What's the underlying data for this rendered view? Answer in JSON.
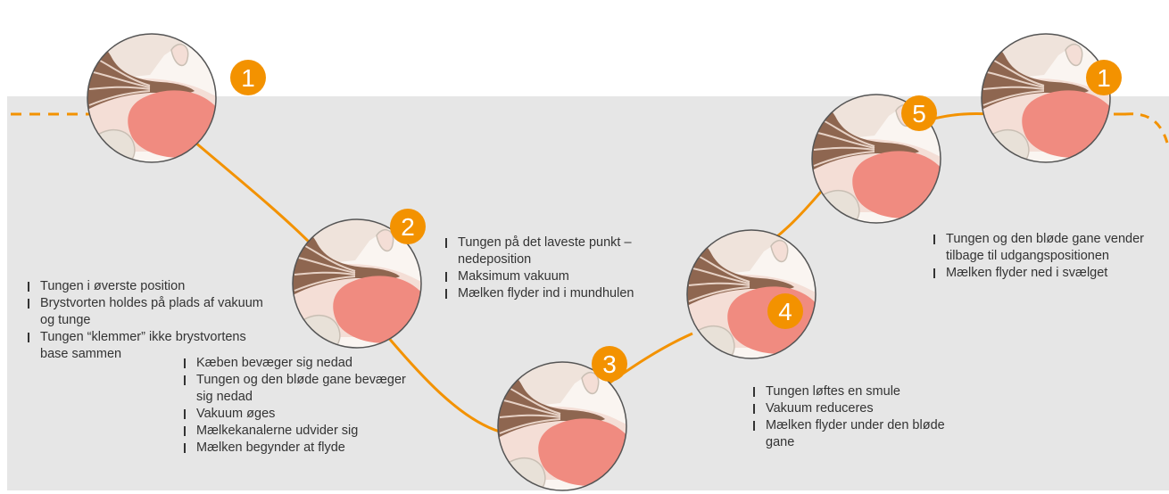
{
  "colors": {
    "band": "#e6e6e6",
    "path": "#f39200",
    "badge": "#f39200",
    "tongue": "#f08b80",
    "tissue": "#f4ded6",
    "duct": "#8e6650",
    "circle_border": "#555555"
  },
  "stages": [
    {
      "id": "s1",
      "number": "1"
    },
    {
      "id": "s2",
      "number": "2"
    },
    {
      "id": "s3",
      "number": "3"
    },
    {
      "id": "s4",
      "number": "4"
    },
    {
      "id": "s5",
      "number": "5"
    },
    {
      "id": "s6",
      "number": "1"
    }
  ],
  "descriptions": [
    {
      "items": [
        "Tungen i øverste position",
        "Brystvorten holdes på plads af vakuum og tunge",
        "Tungen “klemmer” ikke brystvortens base sammen"
      ]
    },
    {
      "items": [
        "Kæben bevæger sig nedad",
        "Tungen og den bløde gane bevæger sig nedad",
        "Vakuum øges",
        "Mælkekanalerne udvider sig",
        "Mælken begynder at flyde"
      ]
    },
    {
      "items": [
        "Tungen på det laveste punkt – nedeposition",
        "Maksimum vakuum",
        "Mælken flyder ind i mundhulen"
      ]
    },
    {
      "items": [
        "Tungen løftes en smule",
        "Vakuum reduceres",
        "Mælken flyder under den bløde gane"
      ]
    },
    {
      "items": [
        "Tungen og den bløde gane vender tilbage til udgangspositionen",
        "Mælken flyder ned i svælget"
      ]
    }
  ]
}
